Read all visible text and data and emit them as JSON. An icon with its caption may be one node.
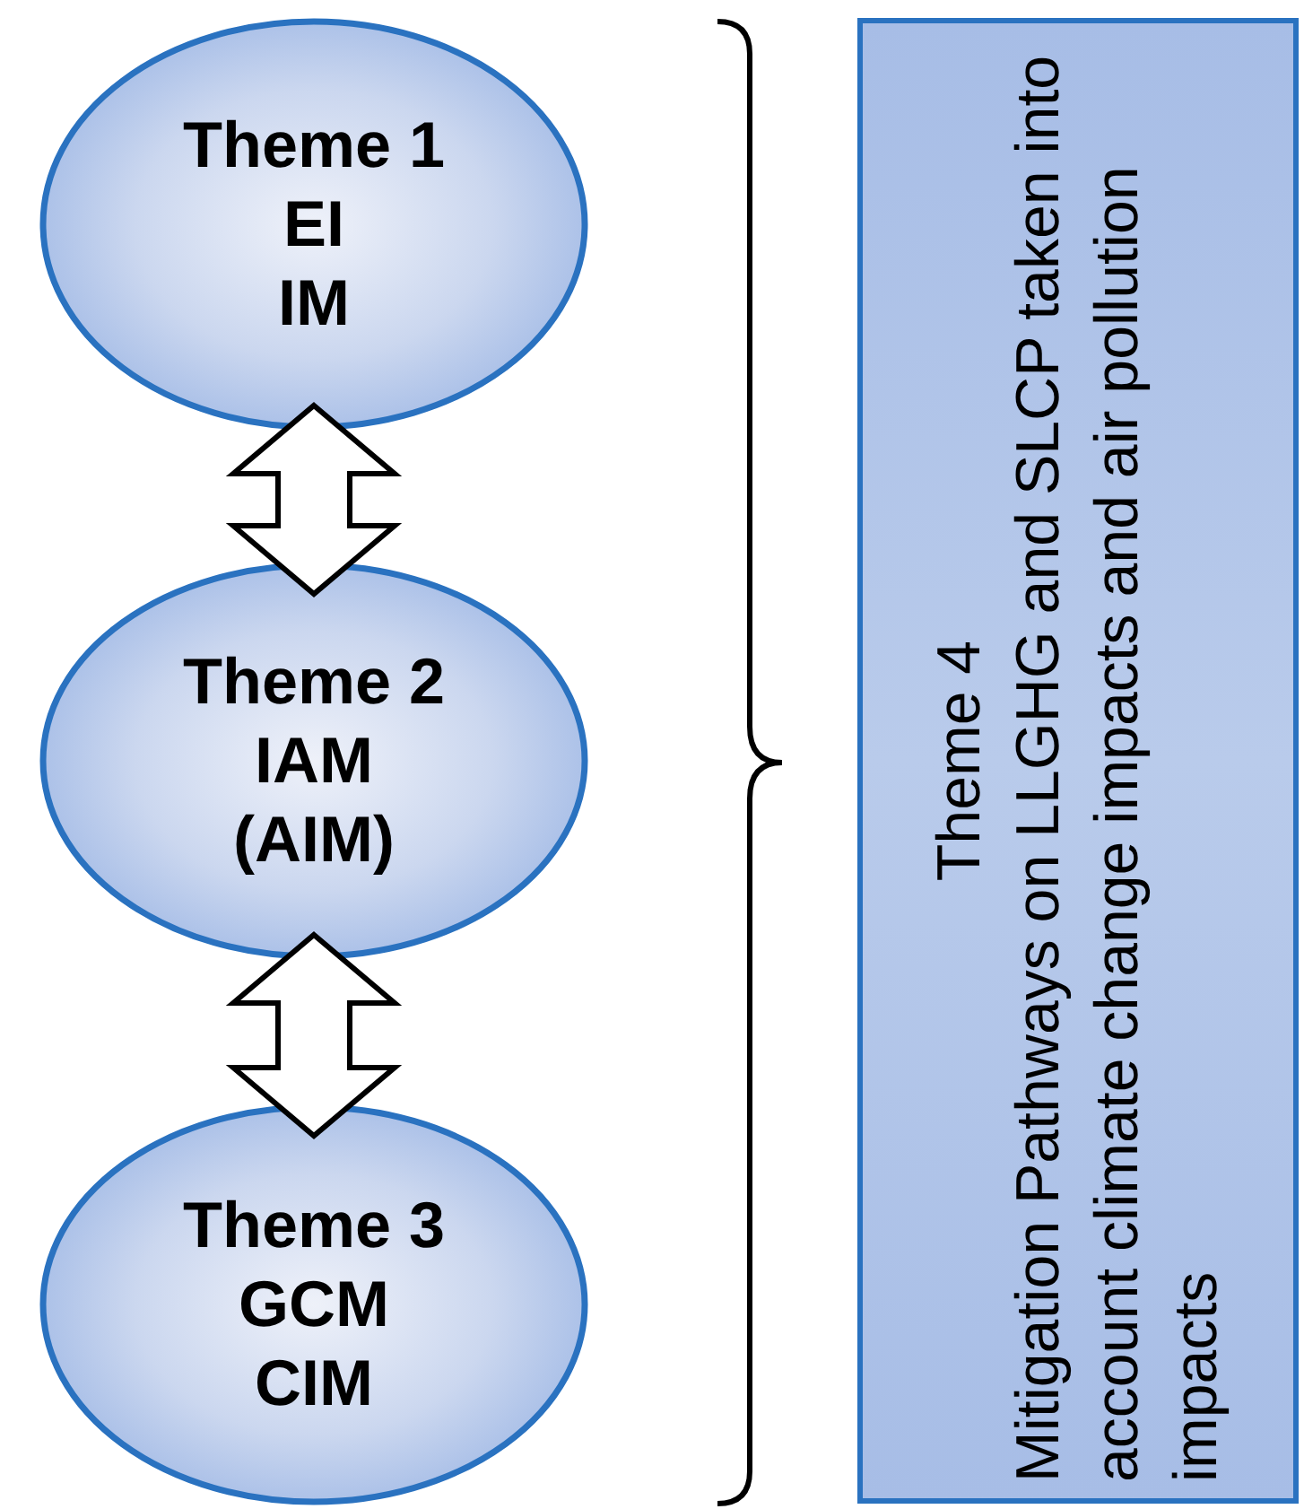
{
  "diagram": {
    "nodes": [
      {
        "text": [
          "Theme 1",
          "EI",
          "IM"
        ]
      },
      {
        "text": [
          "Theme 2",
          "IAM",
          "(AIM)"
        ]
      },
      {
        "text": [
          "Theme 3",
          "GCM",
          "CIM"
        ]
      },
      {
        "text": [
          "Theme 4",
          "Mitigation Pathways on LLGHG and SLCP taken into account climate change impacts and air pollution impacts"
        ]
      }
    ],
    "edges": [
      {
        "from": 0,
        "to": 1,
        "arrow": "both"
      },
      {
        "from": 1,
        "to": 2,
        "arrow": "both"
      }
    ]
  }
}
